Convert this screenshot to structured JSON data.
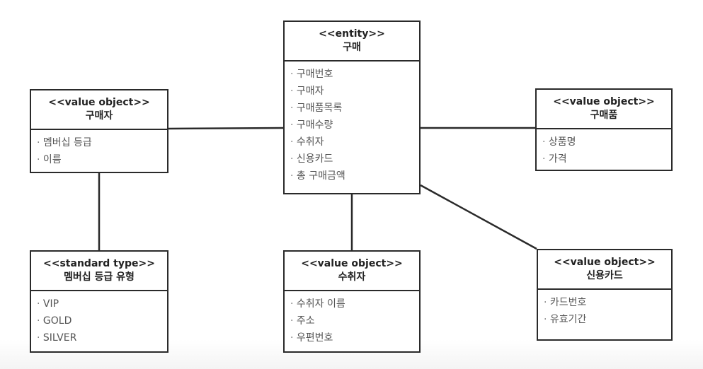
{
  "classes": {
    "purchase": {
      "stereotype": "<<entity>>",
      "name": "구매",
      "attributes": [
        "구매번호",
        "구매자",
        "구매품목록",
        "구매수량",
        "수취자",
        "신용카드",
        "총 구매금액"
      ]
    },
    "buyer": {
      "stereotype": "<<value object>>",
      "name": "구매자",
      "attributes": [
        "멤버십 등급",
        "이름"
      ]
    },
    "item": {
      "stereotype": "<<value object>>",
      "name": "구매품",
      "attributes": [
        "상품명",
        "가격"
      ]
    },
    "membership": {
      "stereotype": "<<standard type>>",
      "name": "멤버십 등급 유형",
      "attributes": [
        "VIP",
        "GOLD",
        "SILVER"
      ]
    },
    "receiver": {
      "stereotype": "<<value object>>",
      "name": "수취자",
      "attributes": [
        "수취자 이름",
        "주소",
        "우편번호"
      ]
    },
    "card": {
      "stereotype": "<<value object>>",
      "name": "신용카드",
      "attributes": [
        "카드번호",
        "유효기간"
      ]
    }
  },
  "associations": [
    {
      "from": "buyer",
      "to": "purchase"
    },
    {
      "from": "purchase",
      "to": "item"
    },
    {
      "from": "buyer",
      "to": "membership"
    },
    {
      "from": "purchase",
      "to": "receiver"
    },
    {
      "from": "purchase",
      "to": "card"
    }
  ]
}
